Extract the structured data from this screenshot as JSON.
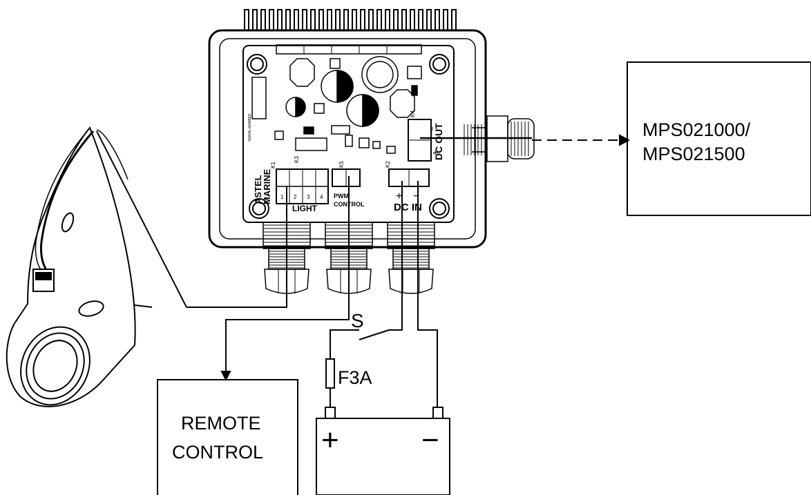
{
  "external_boxes": {
    "mps_line1": "MPS021000/",
    "mps_line2": "MPS021500",
    "remote_line1": "REMOTE",
    "remote_line2": "CONTROL"
  },
  "board": {
    "brand_line1": "ASTEL",
    "brand_line2": "MARINE",
    "light_label": "LIGHT",
    "pins": [
      "1",
      "2",
      "3",
      "4"
    ],
    "pwm_line1": "PWM",
    "pwm_line2": "CONTROL",
    "dc_in_label": "DC IN",
    "dc_out_label": "DC OUT",
    "plus": "+",
    "minus": "−",
    "connectors": [
      "K1",
      "K2",
      "K3",
      "K4",
      "K5"
    ],
    "serial_label": "SERIAL NUMBER"
  },
  "circuit": {
    "switch_label": "S",
    "fuse_label": "F3A",
    "battery_plus": "+",
    "battery_minus": "−"
  },
  "colors": {
    "stroke": "#000000",
    "background": "#ffffff"
  }
}
